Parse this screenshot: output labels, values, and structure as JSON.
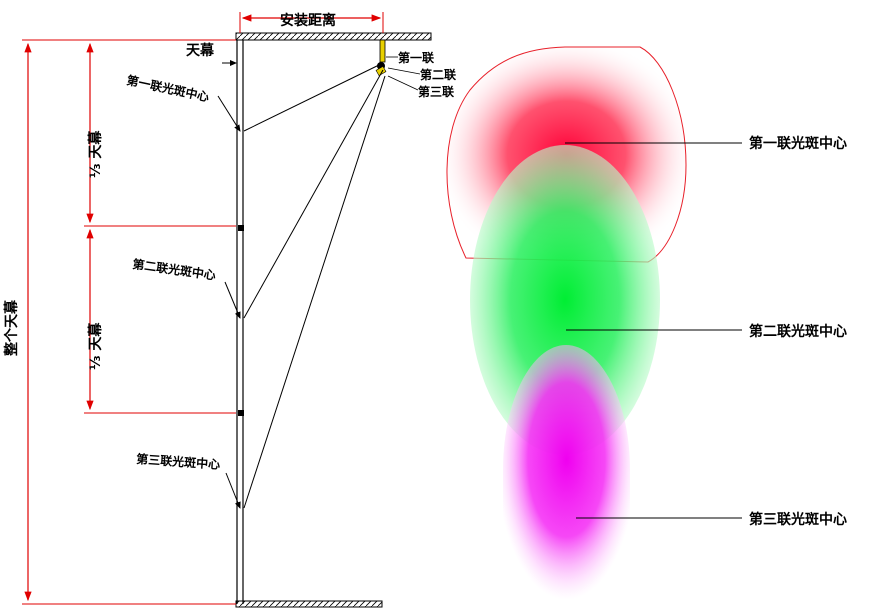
{
  "labels": {
    "install_distance": "安装距离",
    "screen": "天幕",
    "unit_1": "第一联",
    "unit_2": "第二联",
    "unit_3": "第三联",
    "spot_center_1_left": "第一联光斑中心",
    "spot_center_2_left": "第二联光斑中心",
    "spot_center_3_left": "第三联光斑中心",
    "third_screen_1": "⅓ 天幕",
    "third_screen_2": "⅓ 天幕",
    "whole_screen": "整个天幕",
    "spot_center_1_right": "第一联光斑中心",
    "spot_center_2_right": "第二联光斑中心",
    "spot_center_3_right": "第三联光斑中心"
  },
  "colors": {
    "dimension_line": "#e00000",
    "outline": "#000000",
    "spot_1": "#ff1a4a",
    "spot_1_edge": "#e8202a",
    "spot_2": "#00ee44",
    "spot_3": "#ff00ff",
    "fixture_yellow": "#e8d000"
  }
}
